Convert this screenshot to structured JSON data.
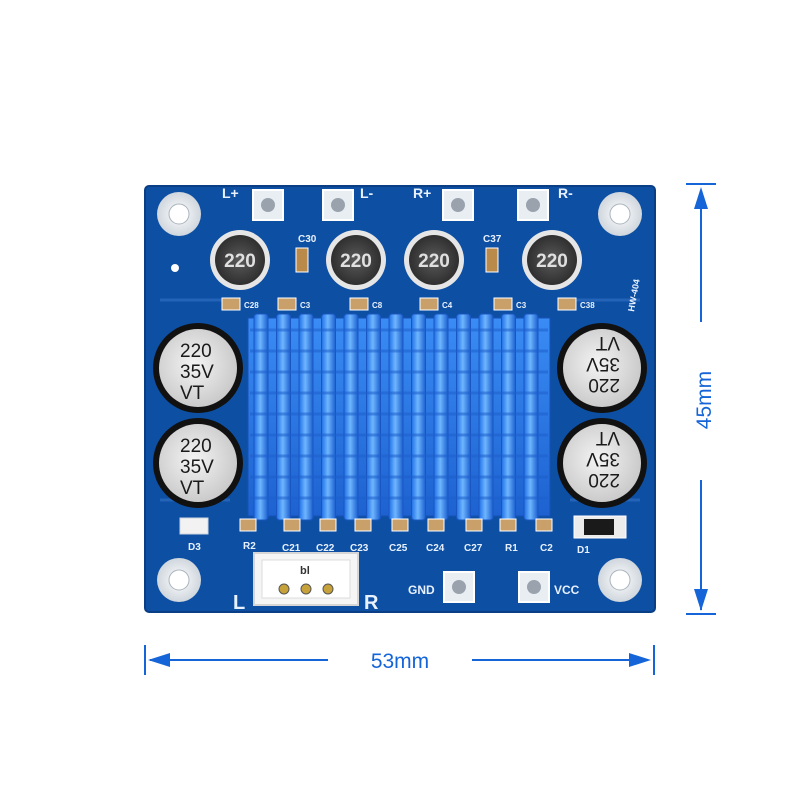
{
  "dimensions": {
    "width_label": "53mm",
    "height_label": "45mm"
  },
  "colors": {
    "pcb": "#0d4fa3",
    "dimension": "#1565d8",
    "heatsink": "#2e8cff"
  },
  "board": {
    "model": "HW-404",
    "top_terminals": [
      "L+",
      "L-",
      "R+",
      "R-"
    ],
    "bottom_terminals": {
      "gnd": "GND",
      "vcc": "VCC"
    },
    "connector": {
      "left": "L",
      "right": "R",
      "center": "bl"
    },
    "inductors": [
      "220",
      "220",
      "220",
      "220"
    ],
    "cap_labels_top": [
      "C30",
      "C37"
    ],
    "cap_labels_side": [
      "C28",
      "C3",
      "C8",
      "C4",
      "C3",
      "C38"
    ],
    "bottom_labels": [
      "D3",
      "R2",
      "C21",
      "C22",
      "C23",
      "C25",
      "C24",
      "C27",
      "R1",
      "C2",
      "D1"
    ],
    "electrolytic_caps": [
      {
        "value": "220",
        "voltage": "35V",
        "series": "VT"
      },
      {
        "value": "220",
        "voltage": "35V",
        "series": "VT"
      },
      {
        "value": "220",
        "voltage": "35V",
        "series": "VT"
      },
      {
        "value": "220",
        "voltage": "35V",
        "series": "VT"
      }
    ]
  }
}
